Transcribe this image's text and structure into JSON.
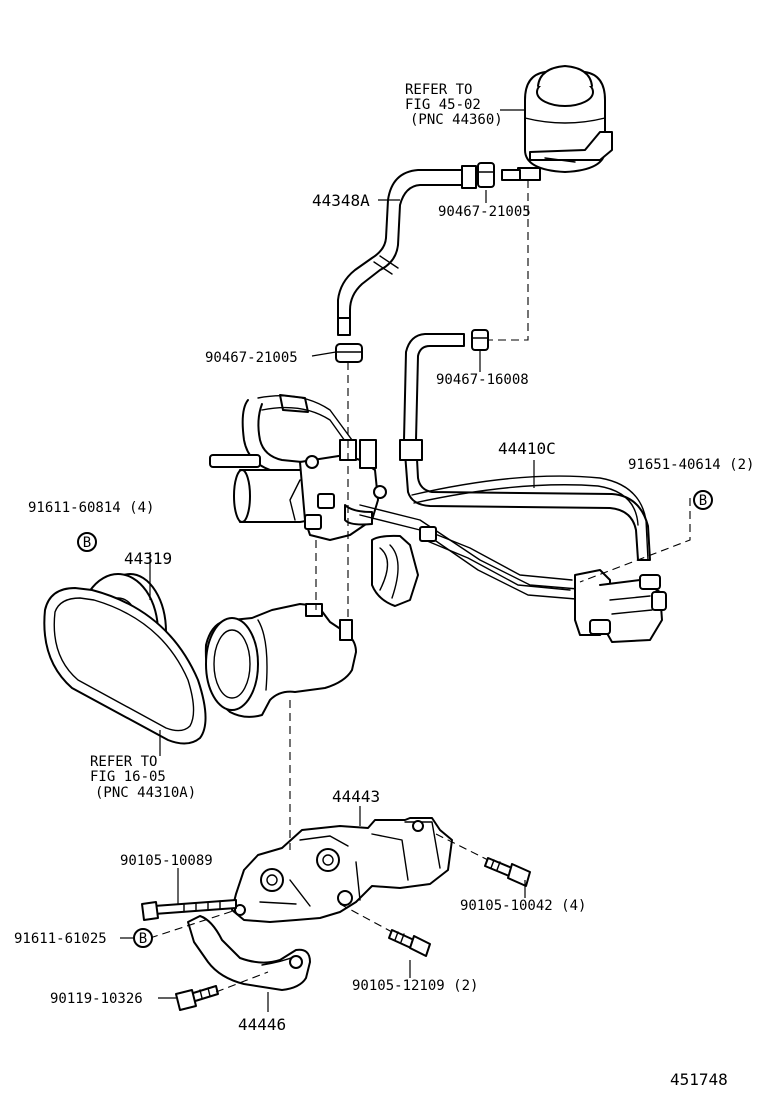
{
  "labels": {
    "reservoir_ref_line1": "REFER TO",
    "reservoir_ref_line2": "FIG 45-02",
    "reservoir_ref_line3": "(PNC 44360)",
    "hose_return_upper": "44348A",
    "clip_upper_right": "90467-21005",
    "clip_left": "90467-21005",
    "clip_lower_right": "90467-16008",
    "pressure_tube": "44410C",
    "bolt_right_top": "91651-40614 (2)",
    "bolt_left_top": "91611-60814 (4)",
    "pulley": "44319",
    "belt_ref_line1": "REFER TO",
    "belt_ref_line2": "FIG 16-05",
    "belt_ref_line3": "(PNC 44310A)",
    "bracket": "44443",
    "bolt_bracket_left": "90105-10089",
    "bolt_bracket_right": "90105-10042 (4)",
    "bolt_bracket_lower_left": "91611-61025",
    "bolt_bracket_lower": "90105-12109 (2)",
    "bolt_adjust": "90119-10326",
    "adjust_bar": "44446",
    "diagram_number": "451748",
    "callout_b": "B"
  }
}
